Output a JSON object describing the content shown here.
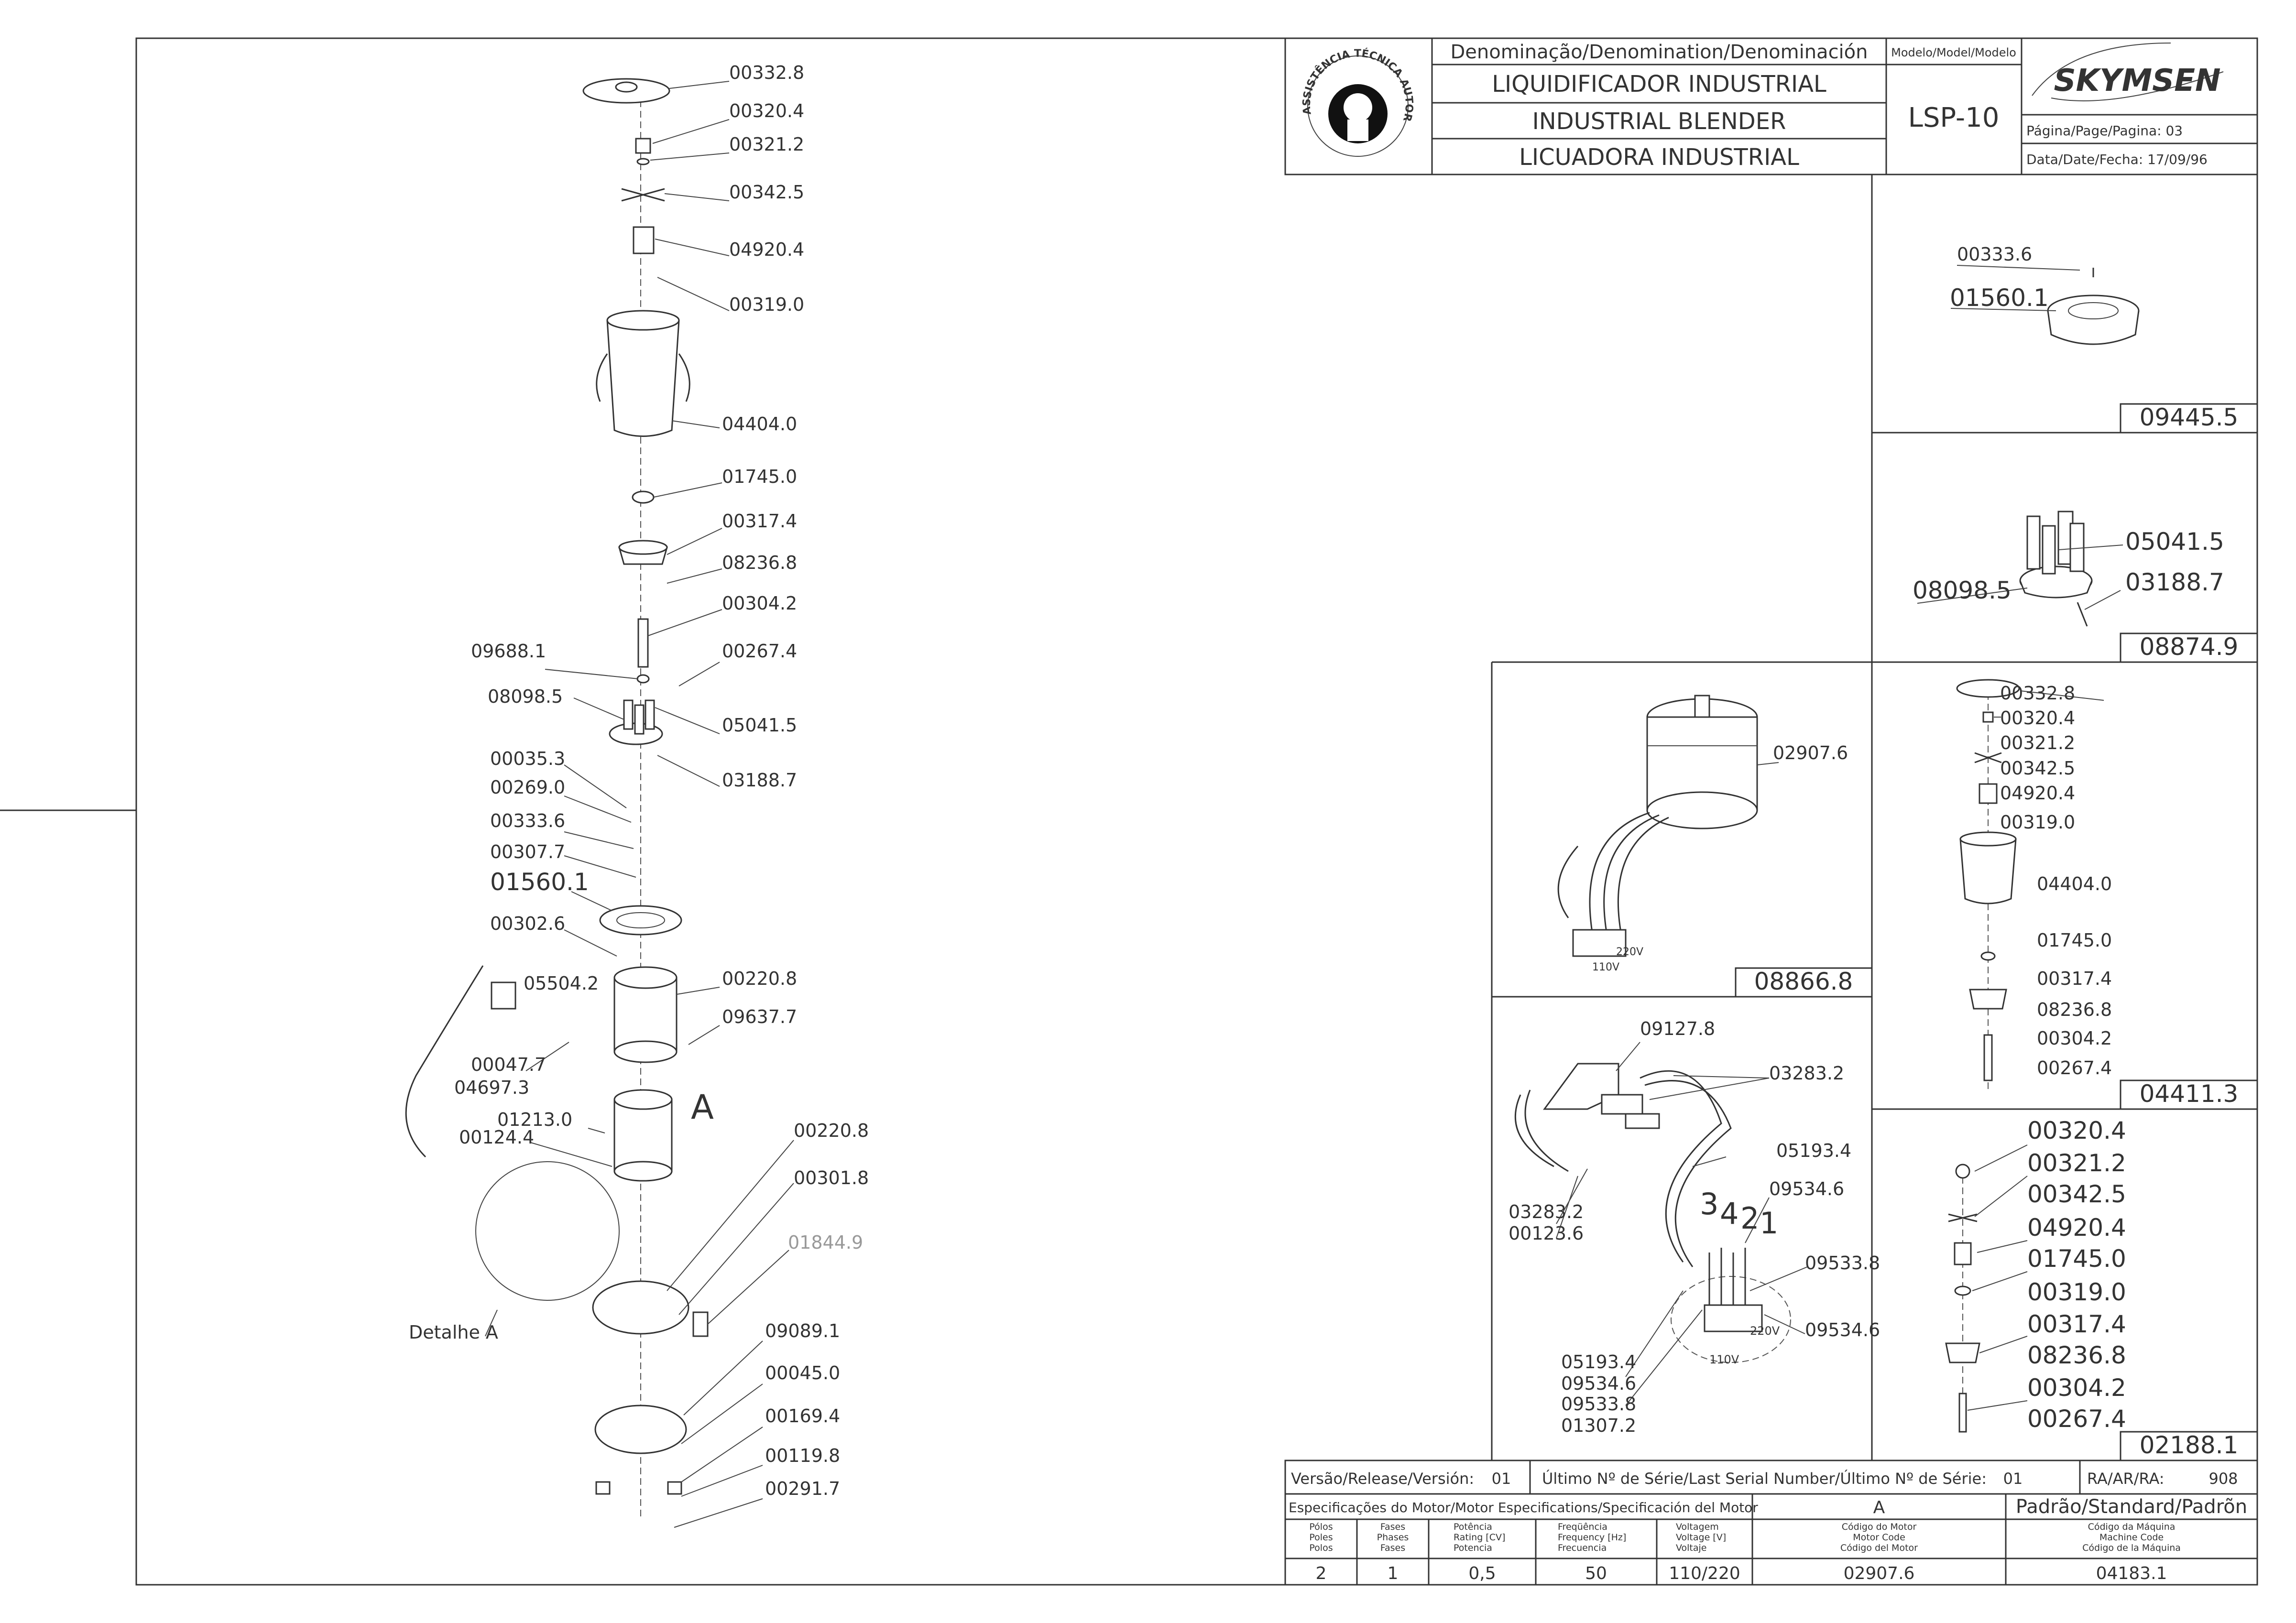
{
  "title_block": {
    "denomination_header": "Denominação/Denomination/Denominación",
    "name_pt": "LIQUIDIFICADOR INDUSTRIAL",
    "name_en": "INDUSTRIAL BLENDER",
    "name_es": "LICUADORA INDUSTRIAL",
    "model_header": "Modelo/Model/Modelo",
    "model": "LSP-10",
    "brand": "SKYMSEN",
    "page": "Página/Page/Pagina: 03",
    "date": "Data/Date/Fecha: 17/09/96",
    "seal_text": "ASSISTÊNCIA TÉCNICA AUTORIZADA"
  },
  "main_parts": [
    {
      "code": "00332.8"
    },
    {
      "code": "00320.4"
    },
    {
      "code": "00321.2"
    },
    {
      "code": "00342.5"
    },
    {
      "code": "04920.4"
    },
    {
      "code": "00319.0"
    },
    {
      "code": "04404.0"
    },
    {
      "code": "01745.0"
    },
    {
      "code": "00317.4"
    },
    {
      "code": "08236.8"
    },
    {
      "code": "00304.2"
    },
    {
      "code": "00267.4"
    },
    {
      "code": "09688.1"
    },
    {
      "code": "08098.5"
    },
    {
      "code": "05041.5"
    },
    {
      "code": "03188.7"
    },
    {
      "code": "00035.3"
    },
    {
      "code": "00269.0"
    },
    {
      "code": "00333.6"
    },
    {
      "code": "00307.7"
    },
    {
      "code": "01560.1"
    },
    {
      "code": "00302.6"
    },
    {
      "code": "05504.2"
    },
    {
      "code": "00220.8"
    },
    {
      "code": "09637.7"
    },
    {
      "code": "00047.7"
    },
    {
      "code": "04697.3"
    },
    {
      "code": "01213.0"
    },
    {
      "code": "00124.4"
    },
    {
      "code": "00220.8"
    },
    {
      "code": "00301.8"
    },
    {
      "code": "01844.9"
    },
    {
      "code": "09089.1"
    },
    {
      "code": "00045.0"
    },
    {
      "code": "00169.4"
    },
    {
      "code": "00119.8"
    },
    {
      "code": "00291.7"
    }
  ],
  "detail_label": "Detalhe A",
  "detail_marker": "A",
  "panels": {
    "p09445": {
      "title": "09445.5",
      "parts": [
        "00333.6",
        "01560.1"
      ]
    },
    "p08874": {
      "title": "08874.9",
      "parts": [
        "05041.5",
        "08098.5",
        "03188.7"
      ]
    },
    "p08866": {
      "title": "08866.8",
      "parts": [
        "02907.6"
      ],
      "v1": "110V",
      "v2": "220V"
    },
    "p04411": {
      "title": "04411.3",
      "parts": [
        "00332.8",
        "00320.4",
        "00321.2",
        "00342.5",
        "04920.4",
        "00319.0",
        "04404.0",
        "01745.0",
        "00317.4",
        "08236.8",
        "00304.2",
        "00267.4"
      ]
    },
    "p02188": {
      "title": "02188.1",
      "parts": [
        "00320.4",
        "00321.2",
        "00342.5",
        "04920.4",
        "01745.0",
        "00319.0",
        "00317.4",
        "08236.8",
        "00304.2",
        "00267.4"
      ]
    },
    "wiring": {
      "parts": [
        "09127.8",
        "03283.2",
        "05193.4",
        "09534.6",
        "03283.2",
        "00123.6",
        "09533.8",
        "09534.6",
        "05193.4",
        "09534.6",
        "09533.8",
        "01307.2"
      ],
      "terminals": [
        "3",
        "4",
        "2",
        "1"
      ],
      "v1": "110V",
      "v2": "220V"
    }
  },
  "footer": {
    "version_label": "Versão/Release/Versión:",
    "version": "01",
    "serial_label": "Último Nº de Série/Last Serial Number/Último Nº de Série:",
    "serial": "01",
    "ra_label": "RA/AR/RA:",
    "ra": "908",
    "motor_spec_label": "Especificações do Motor/Motor Especifications/Specificación del Motor",
    "motor_variant": "A",
    "standard_label": "Padrão/Standard/Padrõn",
    "columns": [
      {
        "header": [
          "Pólos",
          "Poles",
          "Polos"
        ],
        "value": "2"
      },
      {
        "header": [
          "Fases",
          "Phases",
          "Fases"
        ],
        "value": "1"
      },
      {
        "header": [
          "Potência",
          "Rating [CV]",
          "Potencia"
        ],
        "value": "0,5"
      },
      {
        "header": [
          "Freqüência",
          "Frequency [Hz]",
          "Frecuencia"
        ],
        "value": "50"
      },
      {
        "header": [
          "Voltagem",
          "Voltage [V]",
          "Voltaje"
        ],
        "value": "110/220"
      },
      {
        "header": [
          "Código do Motor",
          "Motor Code",
          "Código del Motor"
        ],
        "value": "02907.6"
      },
      {
        "header": [
          "Código da Máquina",
          "Machine Code",
          "Código de la Máquina"
        ],
        "value": "04183.1"
      }
    ]
  }
}
